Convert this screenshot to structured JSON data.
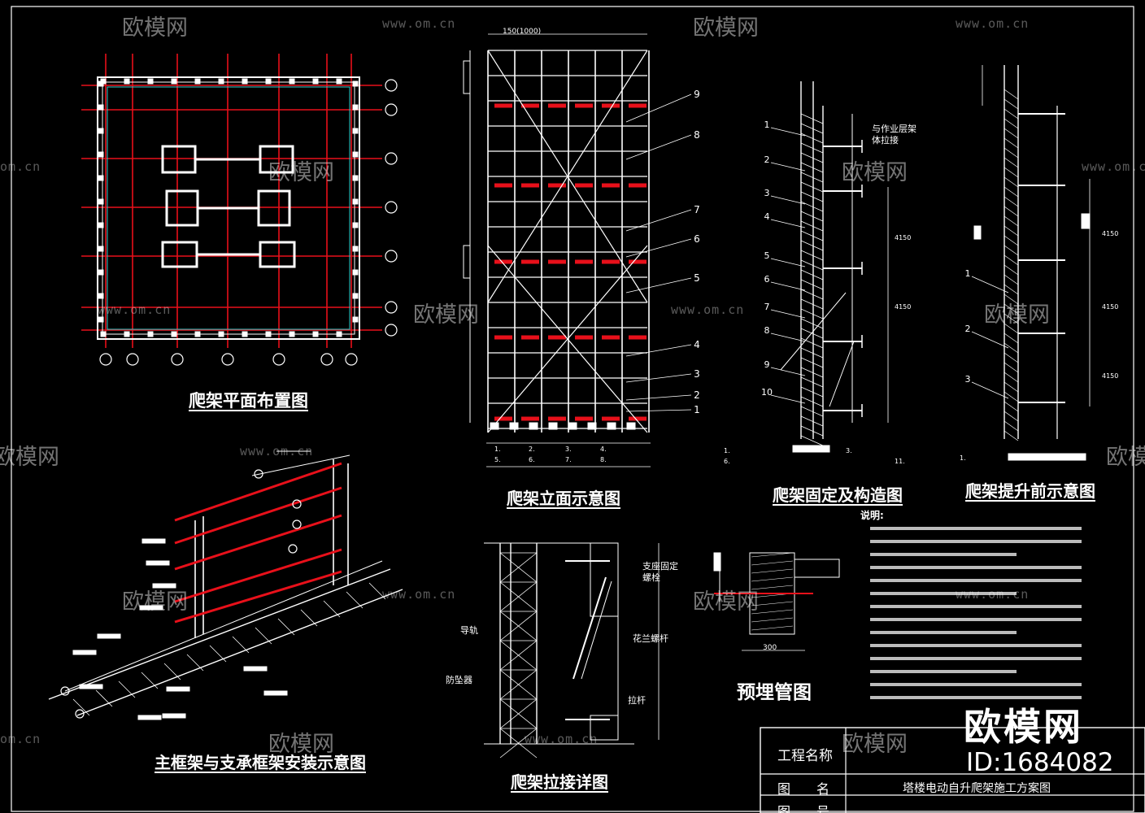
{
  "colors": {
    "background": "#000000",
    "line": "#ffffff",
    "accent": "#e8101a"
  },
  "watermark": {
    "brand": "欧模网",
    "url": "www.om.cn",
    "url_partial": "om.cn"
  },
  "drawings": {
    "plan": {
      "title": "爬架平面布置图"
    },
    "elevation": {
      "title": "爬架立面示意图",
      "top_dim": "150(1000)",
      "numbers": [
        "9",
        "8",
        "7",
        "6",
        "5",
        "4",
        "3",
        "2",
        "1"
      ]
    },
    "fixing": {
      "title": "爬架固定及构造图",
      "note": "与作业层架体拉接",
      "numbers": [
        "1",
        "2",
        "3",
        "4",
        "5",
        "6",
        "7",
        "8",
        "9",
        "10"
      ],
      "dims": [
        "4150",
        "4150"
      ]
    },
    "lifting": {
      "title": "爬架提升前示意图",
      "numbers": [
        "1",
        "2",
        "3"
      ],
      "dims": [
        "4150",
        "4150",
        "4150"
      ]
    },
    "frame3d": {
      "title": "主框架与支承框架安装示意图"
    },
    "tie": {
      "title": "爬架拉接详图",
      "labels": [
        "导轨",
        "防坠器",
        "支座固定螺栓",
        "花兰螺杆",
        "拉杆"
      ]
    },
    "pipe": {
      "title": "预埋管图",
      "dim": "300"
    }
  },
  "notes_heading": "说明:",
  "title_block": {
    "project_label": "工程名称",
    "drawing_label": "图　　名",
    "drawing_name": "塔楼电动自升爬架施工方案图",
    "sheet_label": "图　　号"
  },
  "brand": {
    "name": "欧模网",
    "id": "ID:1684082"
  }
}
